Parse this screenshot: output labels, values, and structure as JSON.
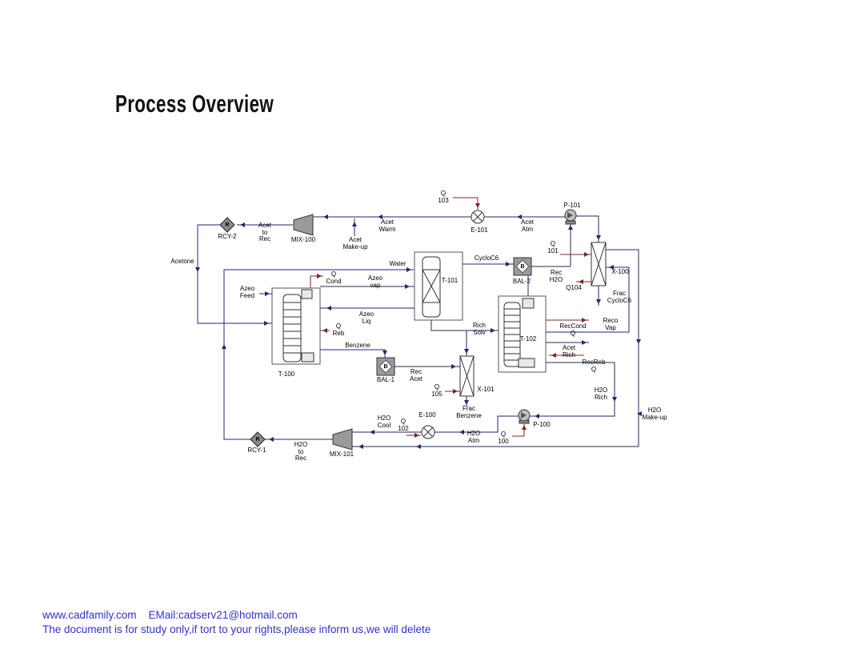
{
  "title": "Process Overview",
  "watermark": {
    "line1": "www.cadfamily.com    EMail:cadserv21@hotmail.com",
    "line2": "The document is for study only,if tort to your rights,please inform us,we will delete"
  },
  "flowsheet": {
    "equipment": {
      "rcy2": "RCY-2",
      "mix100": "MIX-100",
      "e101": "E-101",
      "p101": "P-101",
      "x100": "X-100",
      "bal2": "BAL-2",
      "t101": "T-101",
      "t100": "T-100",
      "bal1": "BAL-1",
      "x101": "X-101",
      "t102": "T-102",
      "p100": "P-100",
      "e100": "E-100",
      "mix101": "MIX-101",
      "rcy1": "RCY-1"
    },
    "icon_letters": {
      "recycle": "R",
      "balance": "B"
    },
    "streams": {
      "acet_to_rec": "Acet\nto\nRec",
      "acet_warm": "Acet\nWarm",
      "acet_makeup": "Acet\nMake-up",
      "q103": "Q\n103",
      "acet_atm": "Acet\nAtm",
      "acetone": "Acetone",
      "water": "Water",
      "q_cond": "Q\nCond",
      "azeo_vap": "Azeo\nvap",
      "cycloc6": "CycloC6",
      "q101": "Q\n101",
      "rec_h2o": "Rec\nH2O",
      "q104": "Q104",
      "frac_cycloc6": "Frac\nCycloC6",
      "reco_vap": "Reco\nVap",
      "azeo_feed": "Azeo\nFeed",
      "azeo_liq": "Azeo\nLiq",
      "q_reb": "Q\nReb",
      "benzene": "Benzene",
      "rec_acet": "Rec\nAcet",
      "rich_solv": "Rich\nSolv",
      "q105": "Q\n105",
      "frac_benzene": "Frac\nBenzene",
      "reccond_q": "RecCond\nQ",
      "acet_rich": "Acet\nRich",
      "recreb_q": "RecReb\nQ",
      "h2o_rich": "H2O\nRich",
      "h2o_makeup": "H2O\nMake-up",
      "q100": "Q\n100",
      "h2o_atm": "H2O\nAtm",
      "q102": "Q\n102",
      "h2o_cool": "H2O\nCool",
      "h2o_to_rec": "H2O\nto\nRec"
    },
    "colors": {
      "stream": "#26266e",
      "energy": "#7c2424",
      "watermark": "#3232cd"
    }
  }
}
